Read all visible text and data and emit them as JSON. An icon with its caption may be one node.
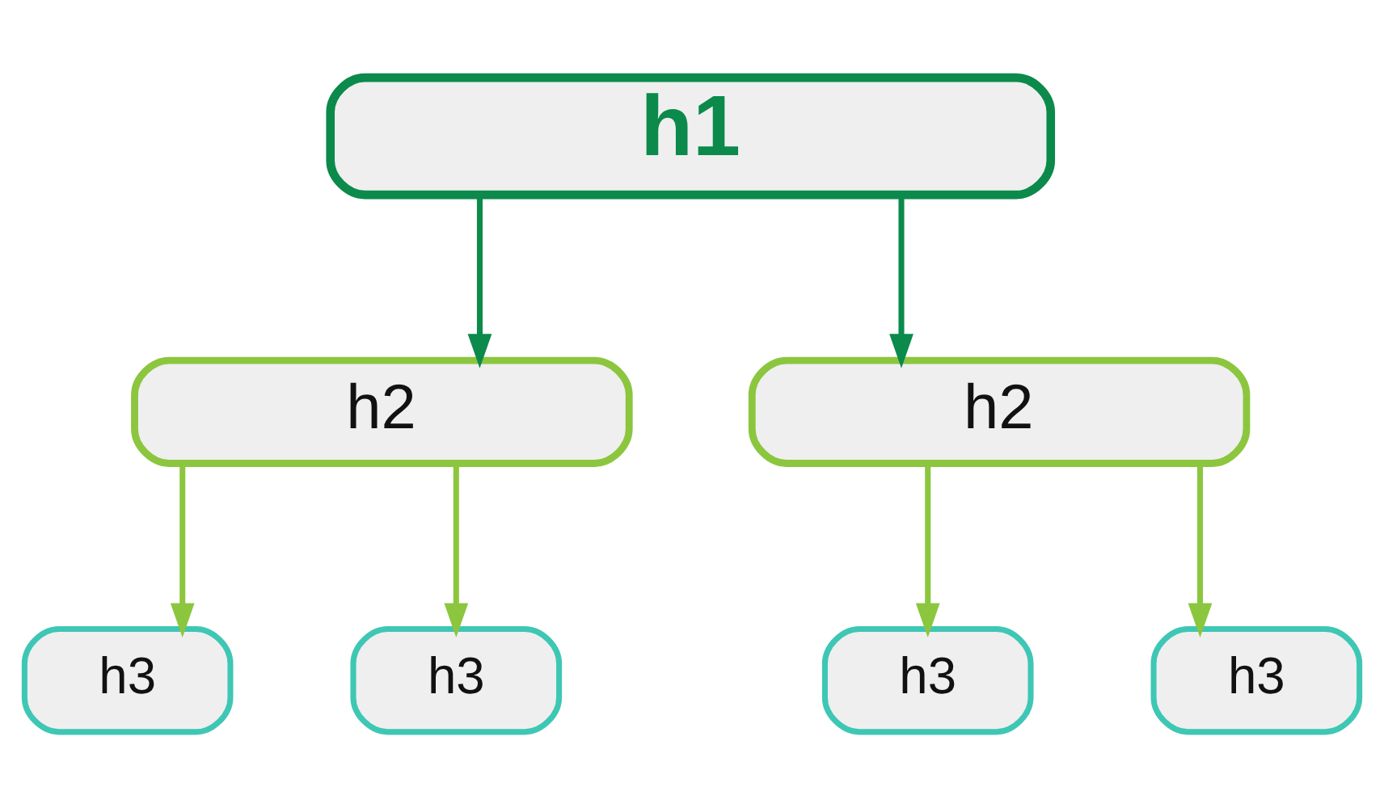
{
  "diagram": {
    "nodes": [
      {
        "text": [
          "h1"
        ]
      },
      {
        "text": [
          "h2"
        ]
      },
      {
        "text": [
          "h2"
        ]
      },
      {
        "text": [
          "h3"
        ]
      },
      {
        "text": [
          "h3"
        ]
      },
      {
        "text": [
          "h3"
        ]
      },
      {
        "text": [
          "h3"
        ]
      }
    ],
    "edges": [
      {
        "from": 0,
        "to": 1,
        "arrow": "to",
        "color": "#0b8a4b"
      },
      {
        "from": 0,
        "to": 2,
        "arrow": "to",
        "color": "#0b8a4b"
      },
      {
        "from": 1,
        "to": 3,
        "arrow": "to"
      },
      {
        "from": 1,
        "to": 4,
        "arrow": "to"
      },
      {
        "from": 2,
        "to": 5,
        "arrow": "to"
      },
      {
        "from": 2,
        "to": 6,
        "arrow": "to"
      }
    ]
  }
}
